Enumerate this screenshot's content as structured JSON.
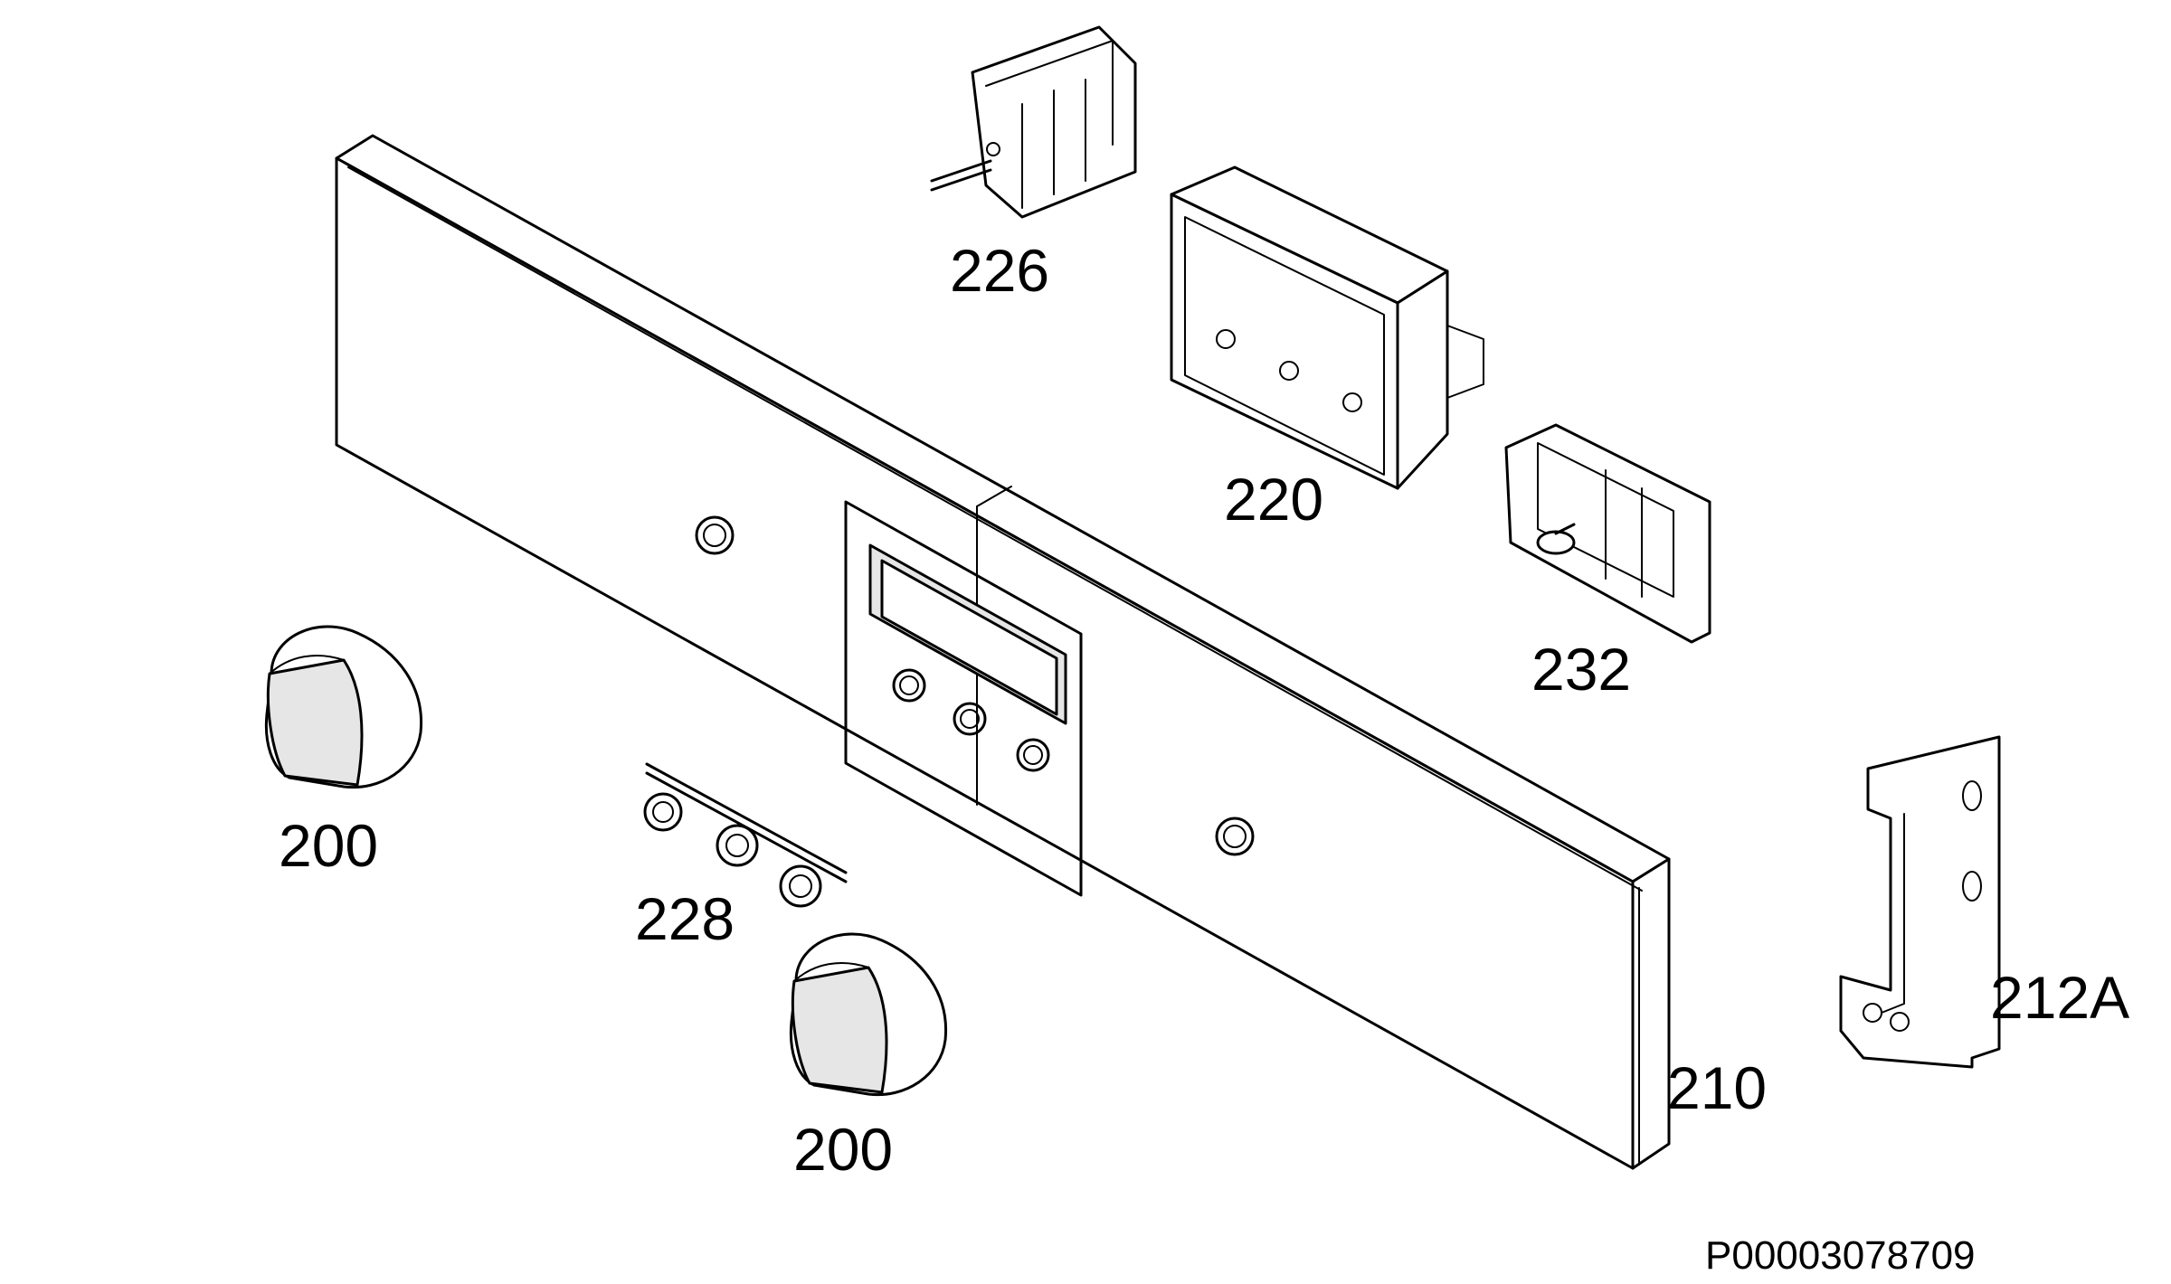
{
  "diagram": {
    "parts": [
      {
        "id": "p200a",
        "label": "200",
        "depicts": "control knob"
      },
      {
        "id": "p200b",
        "label": "200",
        "depicts": "control knob"
      },
      {
        "id": "p210",
        "label": "210",
        "depicts": "control panel"
      },
      {
        "id": "p212A",
        "label": "212A",
        "depicts": "mounting bracket"
      },
      {
        "id": "p220",
        "label": "220",
        "depicts": "electronic timer module"
      },
      {
        "id": "p226",
        "label": "226",
        "depicts": "rotary switch"
      },
      {
        "id": "p228",
        "label": "228",
        "depicts": "push button set"
      },
      {
        "id": "p232",
        "label": "232",
        "depicts": "thermostat"
      }
    ],
    "document_id": "P00003078709"
  }
}
